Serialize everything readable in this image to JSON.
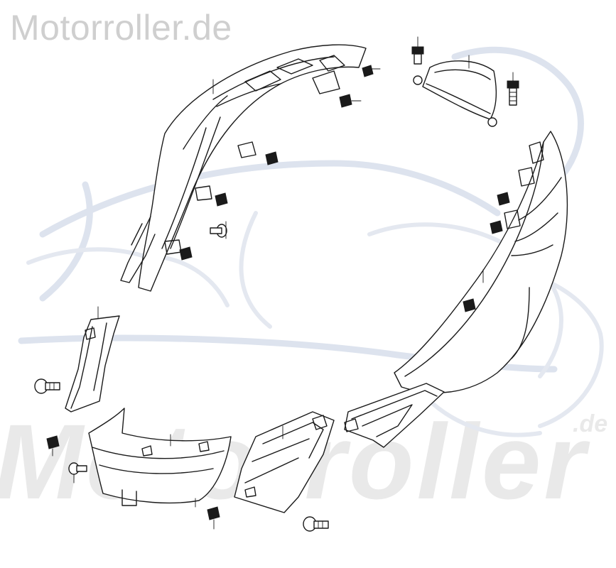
{
  "watermark": {
    "top_text": "Motorroller.de",
    "big_text": "Motorroller",
    "suffix_text": ".de",
    "color": "#cfcfcf",
    "logo_color": "#dde3ee"
  },
  "diagram": {
    "parts": [
      "front-upper-side-cover",
      "rear-side-cover",
      "small-top-cover",
      "left-inner-bracket",
      "lower-left-cover",
      "lower-center-panel",
      "lower-right-step-panel"
    ],
    "fasteners": [
      "bolt",
      "clip-nut",
      "screw"
    ]
  }
}
